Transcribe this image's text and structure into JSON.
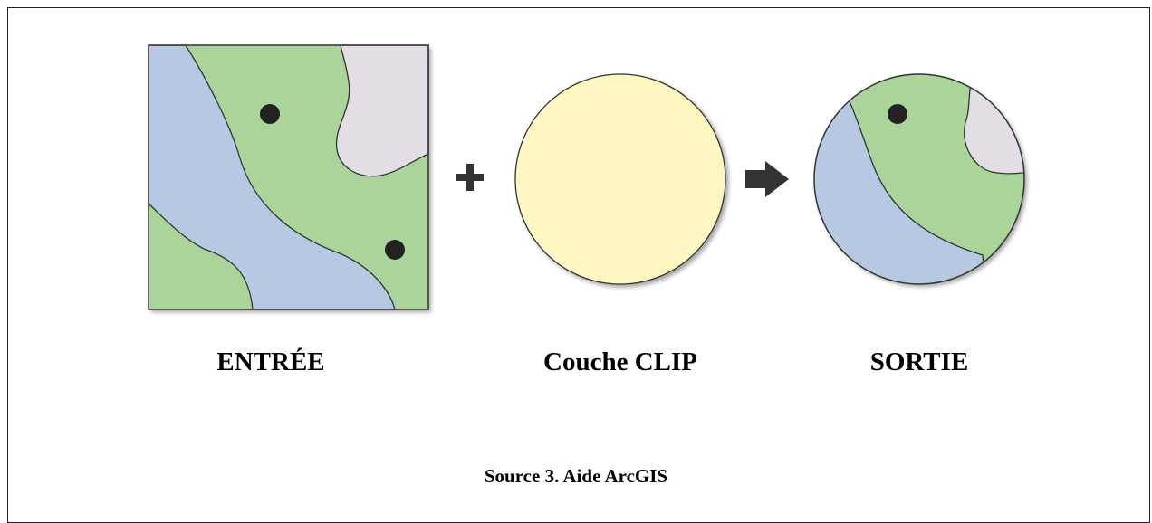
{
  "labels": {
    "input": "ENTRÉE",
    "clip_layer": "Couche CLIP",
    "output": "SORTIE"
  },
  "source": "Source 3. Aide ArcGIS",
  "operators": {
    "plus_icon": "plus-icon",
    "arrow_icon": "arrow-right-icon"
  },
  "colors": {
    "green": "#aad49a",
    "blue": "#b6c8e2",
    "lavender": "#e3dde6",
    "clip_yellow": "#fef7c2",
    "outline": "#333333",
    "point": "#222222"
  }
}
